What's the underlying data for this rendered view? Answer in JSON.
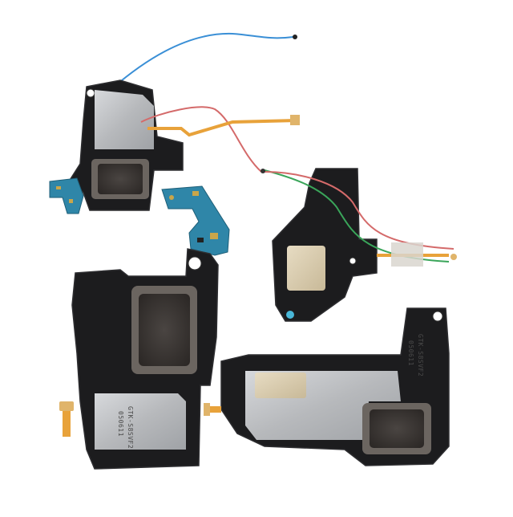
{
  "scene": {
    "background": "#ffffff",
    "colors": {
      "housing": "#1c1c1e",
      "housing_edge": "#2e2e31",
      "metal_plate": "#bcbec1",
      "speaker_grille": "#3a3634",
      "pcb_blue": "#2f86a8",
      "flex_orange": "#e8a23a",
      "wire_blue": "#3a8fd6",
      "wire_red": "#d46a6a",
      "wire_green": "#3aa55a"
    },
    "markings": {
      "lower_left_label_line1": "GTK-S8SVF2",
      "lower_left_label_line2": "050611",
      "lower_right_label_line1": "GTK-S8SVF2",
      "lower_right_label_line2": "050611"
    }
  }
}
